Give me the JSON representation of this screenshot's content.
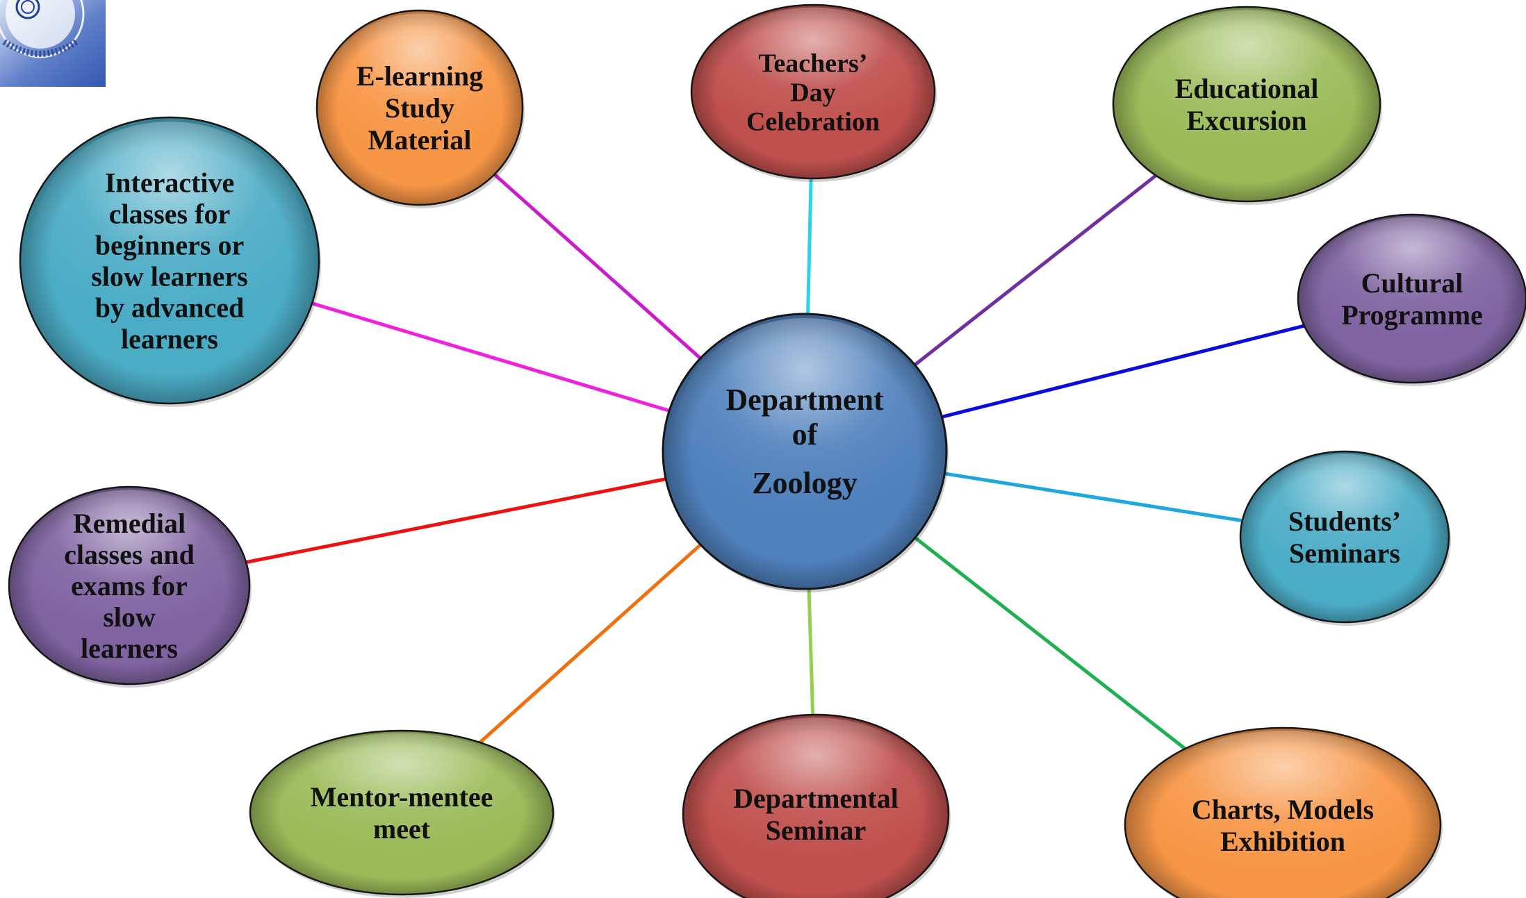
{
  "diagram": {
    "center": {
      "id": "center",
      "lines": [
        "Department",
        "of",
        "Zoology"
      ],
      "fill": "#4F81BD"
    },
    "nodes": [
      {
        "id": "elearning",
        "lines": [
          "E-learning",
          "Study",
          "Material"
        ],
        "fill": "#F79646",
        "connector": "#CC1BCC"
      },
      {
        "id": "teachers-day",
        "lines": [
          "Teachers’",
          "Day",
          "Celebration"
        ],
        "fill": "#C0504D",
        "connector": "#2AD3E8"
      },
      {
        "id": "excursion",
        "lines": [
          "Educational",
          "Excursion"
        ],
        "fill": "#9BBB59",
        "connector": "#7030A0"
      },
      {
        "id": "cultural",
        "lines": [
          "Cultural",
          "Programme"
        ],
        "fill": "#8064A2",
        "connector": "#0B0BE0"
      },
      {
        "id": "students-seminars",
        "lines": [
          "Students’",
          "Seminars"
        ],
        "fill": "#4BACC6",
        "connector": "#1DA6E0"
      },
      {
        "id": "charts-models",
        "lines": [
          "Charts, Models",
          "Exhibition"
        ],
        "fill": "#F79646",
        "connector": "#1FB050"
      },
      {
        "id": "departmental-seminar",
        "lines": [
          "Departmental",
          "Seminar"
        ],
        "fill": "#C0504D",
        "connector": "#92D050"
      },
      {
        "id": "mentor-mentee",
        "lines": [
          "Mentor-mentee",
          "meet"
        ],
        "fill": "#9BBB59",
        "connector": "#F07010"
      },
      {
        "id": "remedial",
        "lines": [
          "Remedial",
          "classes and",
          "exams for",
          "slow",
          "learners"
        ],
        "fill": "#8064A2",
        "connector": "#EE1111"
      },
      {
        "id": "interactive",
        "lines": [
          "Interactive",
          "classes for",
          "beginners or",
          "slow learners",
          "by advanced",
          "learners"
        ],
        "fill": "#4BACC6",
        "connector": "#F020E0"
      }
    ]
  },
  "logo": {
    "name": "college-emblem"
  }
}
